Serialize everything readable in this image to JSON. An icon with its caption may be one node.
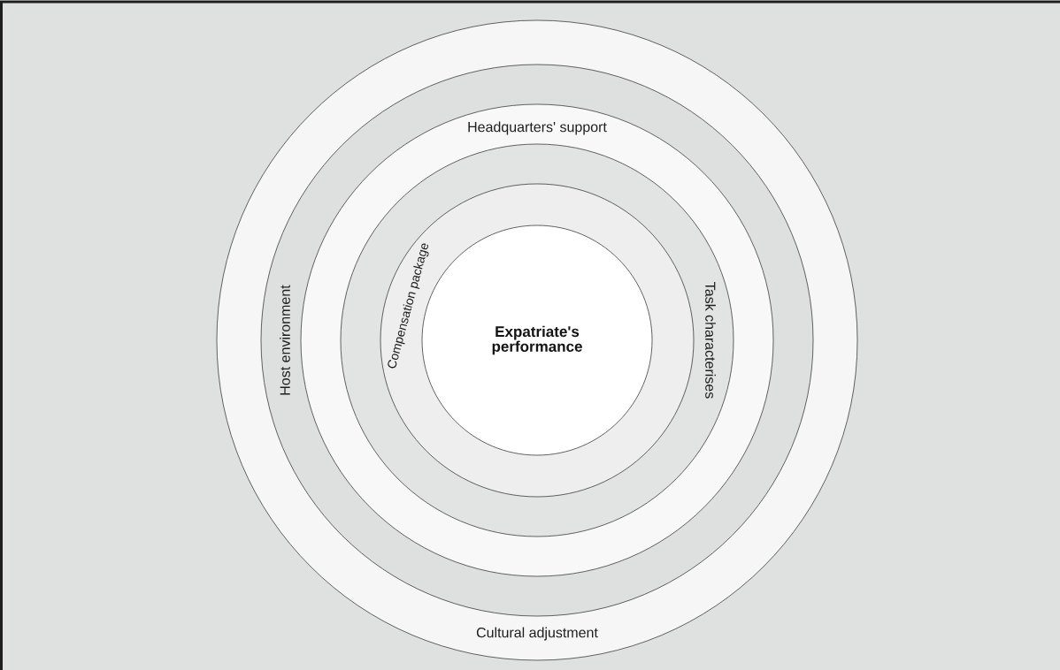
{
  "diagram": {
    "nodes": [
      {
        "text": [
          "Cultural adjustment"
        ]
      },
      {
        "text": [
          "Host environment"
        ],
        "in": 0
      },
      {
        "text": [
          "Headquarters' support"
        ],
        "in": 1
      },
      {
        "text": [
          "Task characterises"
        ],
        "in": 2
      },
      {
        "text": [
          "Compensation package"
        ],
        "in": 3
      },
      {
        "text": [
          "Expatriate's performance"
        ],
        "in": 4
      }
    ]
  }
}
